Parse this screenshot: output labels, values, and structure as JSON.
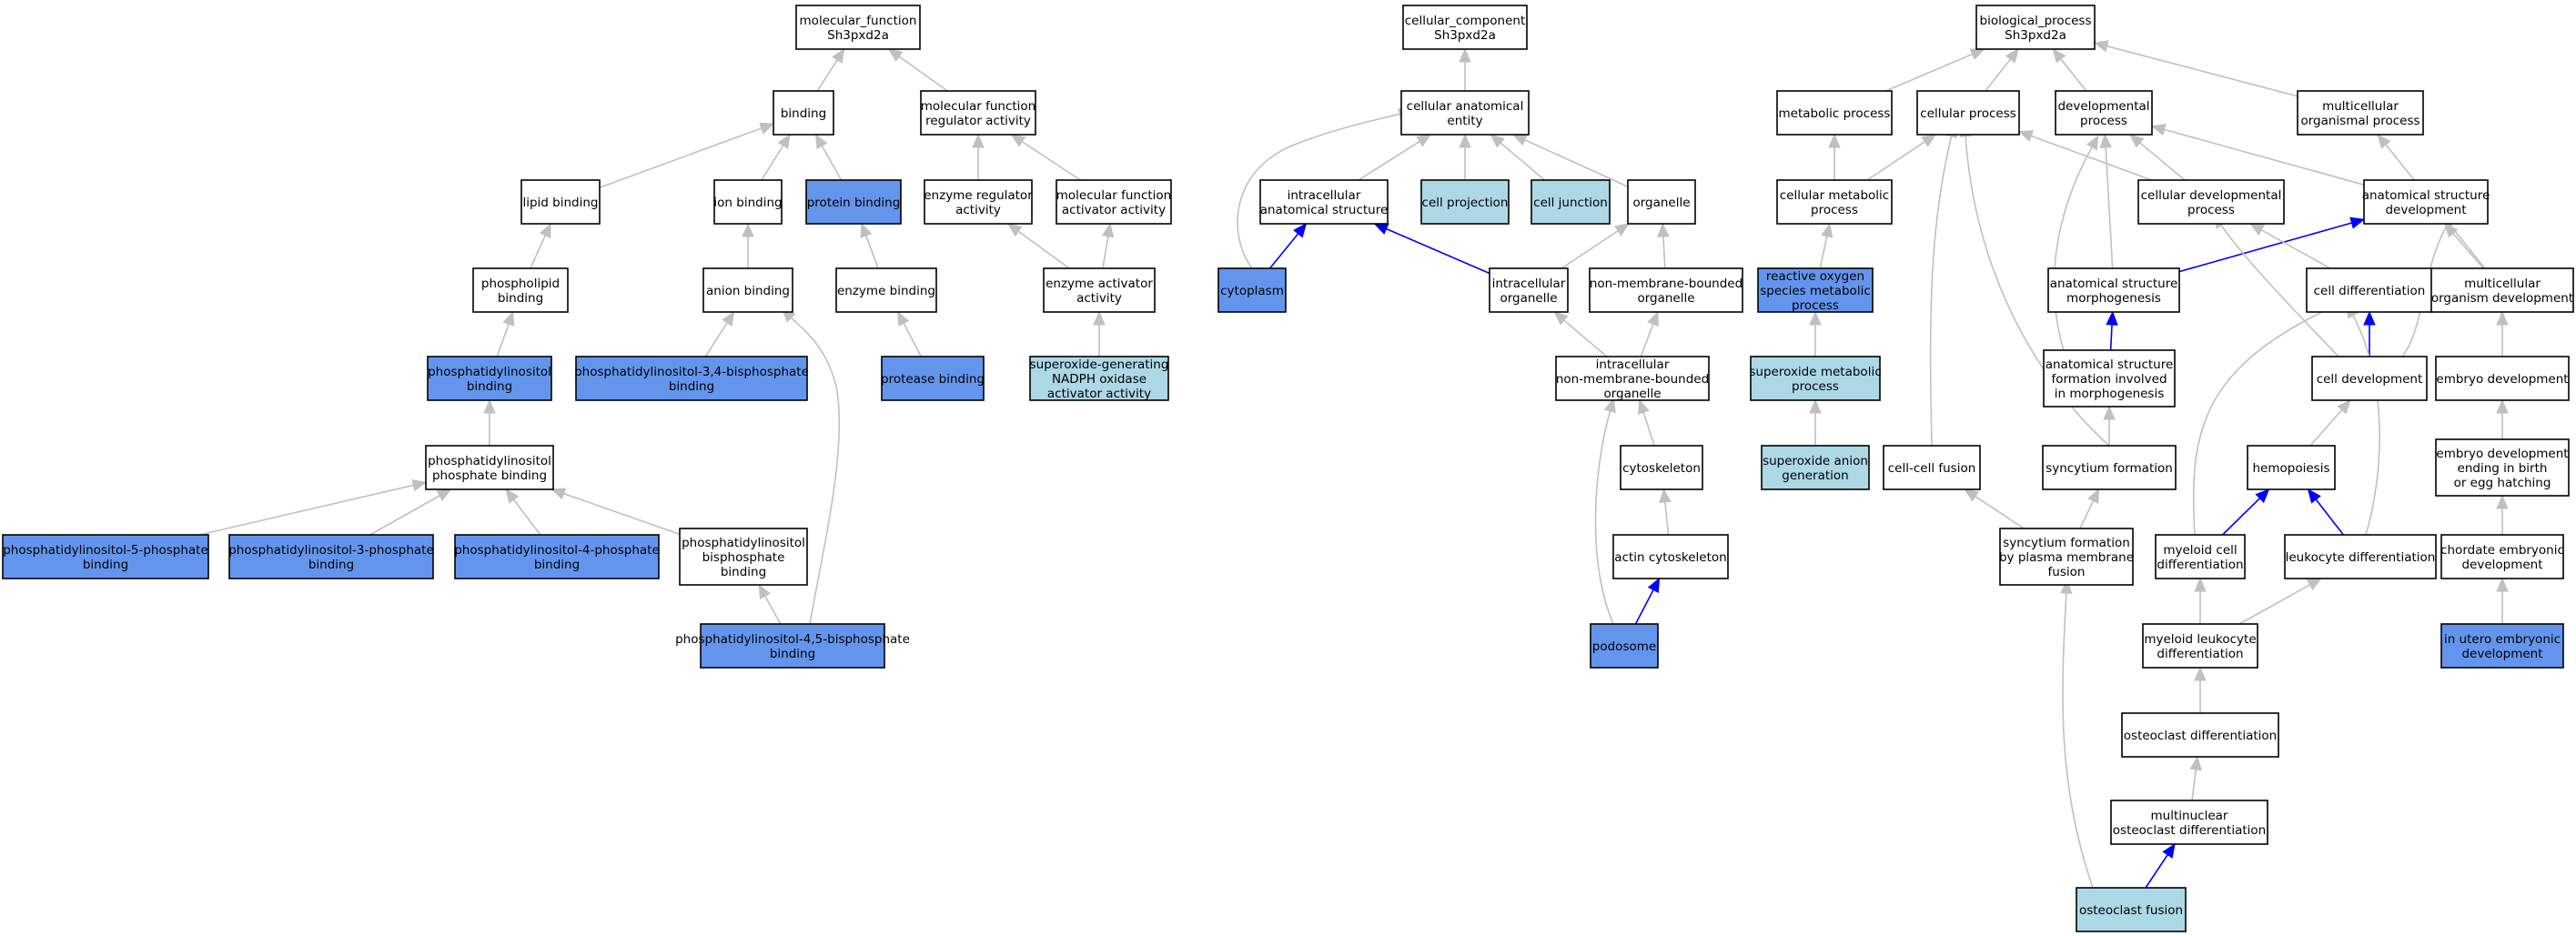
{
  "colors": {
    "plain": "#ffffff",
    "highlight": "#6495ed",
    "light": "#add8e6",
    "edge_gray": "#c0c0c0",
    "edge_blue": "#0000ff"
  },
  "nodes": {
    "mf_root": {
      "lines": [
        "molecular_function",
        "Sh3pxd2a"
      ],
      "style": "plain"
    },
    "binding": {
      "lines": [
        "binding"
      ],
      "style": "plain"
    },
    "mf_reg": {
      "lines": [
        "molecular function",
        "regulator activity"
      ],
      "style": "plain"
    },
    "lipid_binding": {
      "lines": [
        "lipid binding"
      ],
      "style": "plain"
    },
    "ion_binding": {
      "lines": [
        "ion binding"
      ],
      "style": "plain"
    },
    "protein_binding": {
      "lines": [
        "protein binding"
      ],
      "style": "highlight"
    },
    "enzyme_reg": {
      "lines": [
        "enzyme regulator",
        "activity"
      ],
      "style": "plain"
    },
    "mf_act": {
      "lines": [
        "molecular function",
        "activator activity"
      ],
      "style": "plain"
    },
    "phospholipid_binding": {
      "lines": [
        "phospholipid",
        "binding"
      ],
      "style": "plain"
    },
    "anion_binding": {
      "lines": [
        "anion binding"
      ],
      "style": "plain"
    },
    "enzyme_binding": {
      "lines": [
        "enzyme binding"
      ],
      "style": "plain"
    },
    "enzyme_act": {
      "lines": [
        "enzyme activator",
        "activity"
      ],
      "style": "plain"
    },
    "pi_binding": {
      "lines": [
        "phosphatidylinositol",
        "binding"
      ],
      "style": "highlight"
    },
    "pi34_binding": {
      "lines": [
        "phosphatidylinositol-3,4-bisphosphate",
        "binding"
      ],
      "style": "highlight"
    },
    "protease_binding": {
      "lines": [
        "protease binding"
      ],
      "style": "highlight"
    },
    "superoxide_nadph": {
      "lines": [
        "superoxide-generating",
        "NADPH oxidase",
        "activator activity"
      ],
      "style": "light"
    },
    "pip_binding": {
      "lines": [
        "phosphatidylinositol",
        "phosphate binding"
      ],
      "style": "plain"
    },
    "pi5p": {
      "lines": [
        "phosphatidylinositol-5-phosphate",
        "binding"
      ],
      "style": "highlight"
    },
    "pi3p": {
      "lines": [
        "phosphatidylinositol-3-phosphate",
        "binding"
      ],
      "style": "highlight"
    },
    "pi4p": {
      "lines": [
        "phosphatidylinositol-4-phosphate",
        "binding"
      ],
      "style": "highlight"
    },
    "pibp": {
      "lines": [
        "phosphatidylinositol",
        "bisphosphate",
        "binding"
      ],
      "style": "plain"
    },
    "pi45": {
      "lines": [
        "phosphatidylinositol-4,5-bisphosphate",
        "binding"
      ],
      "style": "highlight"
    },
    "cc_root": {
      "lines": [
        "cellular_component",
        "Sh3pxd2a"
      ],
      "style": "plain"
    },
    "cae": {
      "lines": [
        "cellular anatomical",
        "entity"
      ],
      "style": "plain"
    },
    "ias": {
      "lines": [
        "intracellular",
        "anatomical structure"
      ],
      "style": "plain"
    },
    "cell_projection": {
      "lines": [
        "cell projection"
      ],
      "style": "light"
    },
    "cell_junction": {
      "lines": [
        "cell junction"
      ],
      "style": "light"
    },
    "organelle": {
      "lines": [
        "organelle"
      ],
      "style": "plain"
    },
    "cytoplasm": {
      "lines": [
        "cytoplasm"
      ],
      "style": "highlight"
    },
    "intra_org": {
      "lines": [
        "intracellular",
        "organelle"
      ],
      "style": "plain"
    },
    "nmb_org": {
      "lines": [
        "non-membrane-bounded",
        "organelle"
      ],
      "style": "plain"
    },
    "inmb_org": {
      "lines": [
        "intracellular",
        "non-membrane-bounded",
        "organelle"
      ],
      "style": "plain"
    },
    "cytoskeleton": {
      "lines": [
        "cytoskeleton"
      ],
      "style": "plain"
    },
    "actin_cyto": {
      "lines": [
        "actin cytoskeleton"
      ],
      "style": "plain"
    },
    "podosome": {
      "lines": [
        "podosome"
      ],
      "style": "highlight"
    },
    "bp_root": {
      "lines": [
        "biological_process",
        "Sh3pxd2a"
      ],
      "style": "plain"
    },
    "metabolic": {
      "lines": [
        "metabolic process"
      ],
      "style": "plain"
    },
    "cellular_process": {
      "lines": [
        "cellular process"
      ],
      "style": "plain"
    },
    "dev_process": {
      "lines": [
        "developmental",
        "process"
      ],
      "style": "plain"
    },
    "mc_org_process": {
      "lines": [
        "multicellular",
        "organismal process"
      ],
      "style": "plain"
    },
    "cell_metabolic": {
      "lines": [
        "cellular metabolic",
        "process"
      ],
      "style": "plain"
    },
    "cell_dev_process": {
      "lines": [
        "cellular developmental",
        "process"
      ],
      "style": "plain"
    },
    "asd": {
      "lines": [
        "anatomical structure",
        "development"
      ],
      "style": "plain"
    },
    "ros": {
      "lines": [
        "reactive oxygen",
        "species metabolic",
        "process"
      ],
      "style": "highlight"
    },
    "asm": {
      "lines": [
        "anatomical structure",
        "morphogenesis"
      ],
      "style": "plain"
    },
    "cell_diff": {
      "lines": [
        "cell differentiation"
      ],
      "style": "plain"
    },
    "mc_org_dev": {
      "lines": [
        "multicellular",
        "organism development"
      ],
      "style": "plain"
    },
    "superoxide_met": {
      "lines": [
        "superoxide metabolic",
        "process"
      ],
      "style": "light"
    },
    "asf": {
      "lines": [
        "anatomical structure",
        "formation involved",
        "in morphogenesis"
      ],
      "style": "plain"
    },
    "cell_dev": {
      "lines": [
        "cell development"
      ],
      "style": "plain"
    },
    "embryo_dev": {
      "lines": [
        "embryo development"
      ],
      "style": "plain"
    },
    "superoxide_gen": {
      "lines": [
        "superoxide anion",
        "generation"
      ],
      "style": "light"
    },
    "cell_fusion": {
      "lines": [
        "cell-cell fusion"
      ],
      "style": "plain"
    },
    "syncytium": {
      "lines": [
        "syncytium formation"
      ],
      "style": "plain"
    },
    "hemopoiesis": {
      "lines": [
        "hemopoiesis"
      ],
      "style": "plain"
    },
    "embryo_birth": {
      "lines": [
        "embryo development",
        "ending in birth",
        "or egg hatching"
      ],
      "style": "plain"
    },
    "syncytium_pm": {
      "lines": [
        "syncytium formation",
        "by plasma membrane",
        "fusion"
      ],
      "style": "plain"
    },
    "myeloid_cell_diff": {
      "lines": [
        "myeloid cell",
        "differentiation"
      ],
      "style": "plain"
    },
    "leukocyte_diff": {
      "lines": [
        "leukocyte differentiation"
      ],
      "style": "plain"
    },
    "chordate": {
      "lines": [
        "chordate embryonic",
        "development"
      ],
      "style": "plain"
    },
    "myeloid_leuk": {
      "lines": [
        "myeloid leukocyte",
        "differentiation"
      ],
      "style": "plain"
    },
    "in_utero": {
      "lines": [
        "in utero embryonic",
        "development"
      ],
      "style": "highlight"
    },
    "osteoclast_diff": {
      "lines": [
        "osteoclast differentiation"
      ],
      "style": "plain"
    },
    "multinuclear": {
      "lines": [
        "multinuclear",
        "osteoclast differentiation"
      ],
      "style": "plain"
    },
    "osteoclast_fusion": {
      "lines": [
        "osteoclast fusion"
      ],
      "style": "light"
    }
  }
}
